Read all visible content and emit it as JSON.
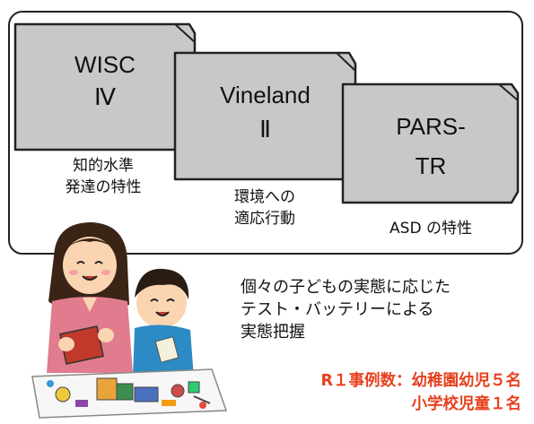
{
  "tests": [
    {
      "line1": "WISC",
      "line2": "Ⅳ",
      "caption1": "知的水準",
      "caption2": "発達の特性"
    },
    {
      "line1": "Vineland",
      "line2": "Ⅱ",
      "caption1": "環境への",
      "caption2": "適応行動"
    },
    {
      "line1": "PARS-",
      "line2": "TR",
      "caption1": "ASD の特性",
      "caption2": ""
    }
  ],
  "description": [
    "個々の子どもの実態に応じた",
    "テスト・バッテリーによる",
    "実態把握"
  ],
  "stats": {
    "line1": "R１事例数：幼稚園幼児５名",
    "line2": "小学校児童１名"
  },
  "colors": {
    "card_fill": "#c8c8c8",
    "card_border": "#222222",
    "accent_red": "#e8401e"
  },
  "illustration": "woman-and-boy-playing-with-toys"
}
